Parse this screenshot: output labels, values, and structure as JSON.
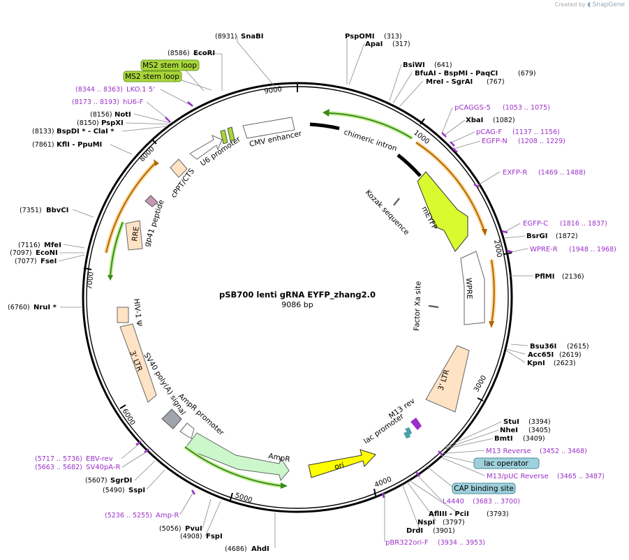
{
  "credit": {
    "created_by": "Created by",
    "brand": "SnapGene"
  },
  "plasmid": {
    "name": "pSB700 lenti gRNA EYFP_zhang2.0",
    "length_label": "9086 bp",
    "length": 9086
  },
  "ticks": [
    {
      "pos": 1000,
      "label": "1000"
    },
    {
      "pos": 2000,
      "label": "2000"
    },
    {
      "pos": 3000,
      "label": "3000"
    },
    {
      "pos": 4000,
      "label": "4000"
    },
    {
      "pos": 5000,
      "label": "5000"
    },
    {
      "pos": 6000,
      "label": "6000"
    },
    {
      "pos": 7000,
      "label": "7000"
    },
    {
      "pos": 8000,
      "label": "8000"
    },
    {
      "pos": 9000,
      "label": "9000"
    }
  ],
  "colors": {
    "enzyme": "#000000",
    "primer": "#9b30c8",
    "orange": "#ffe3c4",
    "green_feature": "#d9fa2e",
    "ampr": "#ccf7cc",
    "ori": "#ffff00",
    "msl": "#a8d63a",
    "lac_op": "#9fd0dc",
    "gp41": "#c898b4",
    "signal": "#a0a4ac",
    "orange_bar": "#f0a030",
    "green_bar": "#3a8a1a"
  },
  "sites": [
    {
      "name": "SnaBI",
      "pos": "(8931)",
      "kind": "enzyme"
    },
    {
      "name": "PspOMI",
      "pos": "(313)",
      "kind": "enzyme"
    },
    {
      "name": "ApaI",
      "pos": "(317)",
      "kind": "enzyme"
    },
    {
      "name": "EcoRI",
      "pos": "(8586)",
      "kind": "enzyme"
    },
    {
      "name": "BsiWI",
      "pos": "(641)",
      "kind": "enzyme"
    },
    {
      "name": "BfuAI - BspMI - PaqCI",
      "pos": "(679)",
      "kind": "enzyme"
    },
    {
      "name": "MreI - SgrAI",
      "pos": "(767)",
      "kind": "enzyme"
    },
    {
      "name": "MS2 stem loop",
      "pos": "",
      "kind": "box"
    },
    {
      "name": "MS2 stem loop",
      "pos": "",
      "kind": "box"
    },
    {
      "name": "LKO.1 5'",
      "pos": "(8344 .. 8363)",
      "kind": "primer"
    },
    {
      "name": "hU6-F",
      "pos": "(8173 .. 8193)",
      "kind": "primer"
    },
    {
      "name": "NotI",
      "pos": "(8156)",
      "kind": "enzyme"
    },
    {
      "name": "PspXI",
      "pos": "(8150)",
      "kind": "enzyme"
    },
    {
      "name": "BspDI * - ClaI *",
      "pos": "(8133)",
      "kind": "enzyme"
    },
    {
      "name": "KflI - PpuMI",
      "pos": "(7861)",
      "kind": "enzyme"
    },
    {
      "name": "pCAGGS-5",
      "pos": "(1053 .. 1075)",
      "kind": "primer"
    },
    {
      "name": "XbaI",
      "pos": "(1082)",
      "kind": "enzyme"
    },
    {
      "name": "pCAG-F",
      "pos": "(1137 .. 1156)",
      "kind": "primer"
    },
    {
      "name": "EGFP-N",
      "pos": "(1208 .. 1229)",
      "kind": "primer"
    },
    {
      "name": "EXFP-R",
      "pos": "(1469 .. 1488)",
      "kind": "primer"
    },
    {
      "name": "EGFP-C",
      "pos": "(1816 .. 1837)",
      "kind": "primer"
    },
    {
      "name": "BsrGI",
      "pos": "(1872)",
      "kind": "enzyme"
    },
    {
      "name": "WPRE-R",
      "pos": "(1948 .. 1968)",
      "kind": "primer"
    },
    {
      "name": "PflMI",
      "pos": "(2136)",
      "kind": "enzyme"
    },
    {
      "name": "BbvCI",
      "pos": "(7351)",
      "kind": "enzyme"
    },
    {
      "name": "MfeI",
      "pos": "(7116)",
      "kind": "enzyme"
    },
    {
      "name": "EcoNI",
      "pos": "(7097)",
      "kind": "enzyme"
    },
    {
      "name": "FseI",
      "pos": "(7077)",
      "kind": "enzyme"
    },
    {
      "name": "NruI *",
      "pos": "(6760)",
      "kind": "enzyme"
    },
    {
      "name": "Bsu36I",
      "pos": "(2615)",
      "kind": "enzyme"
    },
    {
      "name": "Acc65I",
      "pos": "(2619)",
      "kind": "enzyme"
    },
    {
      "name": "KpnI",
      "pos": "(2623)",
      "kind": "enzyme"
    },
    {
      "name": "StuI",
      "pos": "(3394)",
      "kind": "enzyme"
    },
    {
      "name": "NheI",
      "pos": "(3405)",
      "kind": "enzyme"
    },
    {
      "name": "BmtI",
      "pos": "(3409)",
      "kind": "enzyme"
    },
    {
      "name": "M13 Reverse",
      "pos": "(3452 .. 3468)",
      "kind": "primer"
    },
    {
      "name": "lac operator",
      "pos": "",
      "kind": "box"
    },
    {
      "name": "M13/pUC Reverse",
      "pos": "(3465 .. 3487)",
      "kind": "primer"
    },
    {
      "name": "CAP binding site",
      "pos": "",
      "kind": "box"
    },
    {
      "name": "L4440",
      "pos": "(3683 .. 3700)",
      "kind": "primer"
    },
    {
      "name": "AflIII - PciI",
      "pos": "(3793)",
      "kind": "enzyme"
    },
    {
      "name": "NspI",
      "pos": "(3797)",
      "kind": "enzyme"
    },
    {
      "name": "DrdI",
      "pos": "(3901)",
      "kind": "enzyme"
    },
    {
      "name": "pBR322ori-F",
      "pos": "(3934 .. 3953)",
      "kind": "primer"
    },
    {
      "name": "EBV-rev",
      "pos": "(5717 .. 5736)",
      "kind": "primer"
    },
    {
      "name": "SV40pA-R",
      "pos": "(5663 .. 5682)",
      "kind": "primer"
    },
    {
      "name": "SgrDI",
      "pos": "(5607)",
      "kind": "enzyme"
    },
    {
      "name": "SspI",
      "pos": "(5490)",
      "kind": "enzyme"
    },
    {
      "name": "Amp-R",
      "pos": "(5236 .. 5255)",
      "kind": "primer"
    },
    {
      "name": "PvuI",
      "pos": "(5056)",
      "kind": "enzyme"
    },
    {
      "name": "FspI",
      "pos": "(4908)",
      "kind": "enzyme"
    },
    {
      "name": "AhdI",
      "pos": "(4686)",
      "kind": "enzyme"
    }
  ],
  "features": [
    {
      "name": "chimeric intron"
    },
    {
      "name": "Kozak sequence"
    },
    {
      "name": "mEYFP"
    },
    {
      "name": "WPRE"
    },
    {
      "name": "Factor Xa site"
    },
    {
      "name": "3' LTR"
    },
    {
      "name": "M13 rev"
    },
    {
      "name": "lac promoter"
    },
    {
      "name": "ori"
    },
    {
      "name": "AmpR"
    },
    {
      "name": "AmpR promoter"
    },
    {
      "name": "SV40 poly(A) signal"
    },
    {
      "name": "3' LTR"
    },
    {
      "name": "HIV-1 Ψ"
    },
    {
      "name": "RRE"
    },
    {
      "name": "gp41 peptide"
    },
    {
      "name": "cPPT/CTS"
    },
    {
      "name": "U6 promoter"
    },
    {
      "name": "CMV enhancer"
    }
  ]
}
